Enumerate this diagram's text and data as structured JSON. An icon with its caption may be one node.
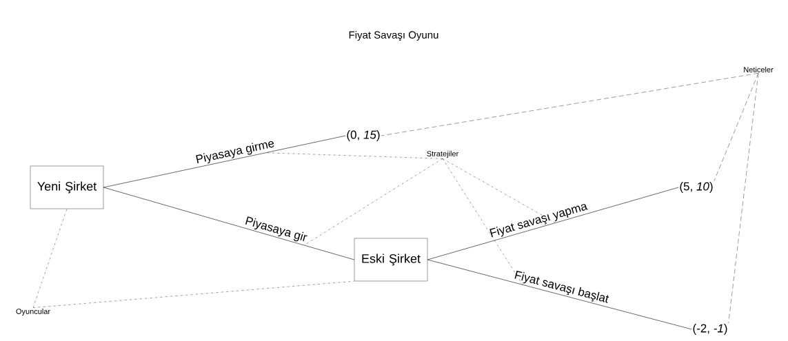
{
  "diagram": {
    "title": "Fiyat Savaşı Oyunu",
    "nodes": [
      {
        "text": [
          "Yeni Şirket"
        ]
      },
      {
        "text": [
          "Eski Şirket"
        ]
      },
      {
        "text": [
          "(0, *15*)"
        ]
      },
      {
        "text": [
          "(5, *10*)"
        ]
      },
      {
        "text": [
          "(-2, *-1*)"
        ]
      },
      {
        "text": [
          "Stratejiler"
        ]
      },
      {
        "text": [
          "Neticeler"
        ]
      },
      {
        "text": [
          "Oyuncular"
        ]
      }
    ],
    "edges": [
      {
        "from": 0,
        "to": 2,
        "arrow": "none",
        "label": "Piyasaya girme"
      },
      {
        "from": 0,
        "to": 1,
        "arrow": "none",
        "label": "Piyasaya gir"
      },
      {
        "from": 1,
        "to": 3,
        "arrow": "none",
        "label": "Fiyat savaşı yapma"
      },
      {
        "from": 1,
        "to": 4,
        "arrow": "none",
        "label": "Fiyat savaşı başlat"
      },
      {
        "from": 5,
        "to": null,
        "arrow": "none",
        "style": "dashed"
      },
      {
        "from": 5,
        "to": null,
        "arrow": "none",
        "style": "dashed"
      },
      {
        "from": 5,
        "to": null,
        "arrow": "none",
        "style": "dashed"
      },
      {
        "from": 5,
        "to": null,
        "arrow": "none",
        "style": "dashed"
      },
      {
        "from": 6,
        "to": 2,
        "arrow": "none",
        "style": "dashed"
      },
      {
        "from": 6,
        "to": 3,
        "arrow": "none",
        "style": "dashed"
      },
      {
        "from": 6,
        "to": 4,
        "arrow": "none",
        "style": "dashed"
      },
      {
        "from": 7,
        "to": 0,
        "arrow": "none",
        "style": "dashed"
      },
      {
        "from": 7,
        "to": 1,
        "arrow": "none",
        "style": "dashed"
      }
    ]
  }
}
